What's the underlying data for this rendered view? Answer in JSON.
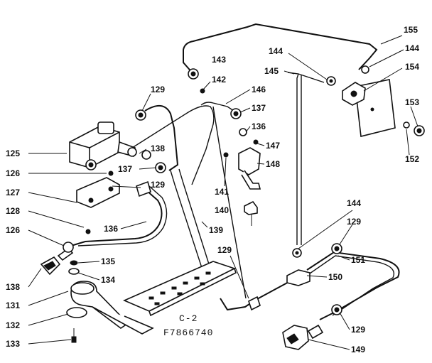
{
  "diagram": {
    "caption_code": "C-2",
    "caption_part": "F7866740",
    "callouts": [
      "129",
      "125",
      "126",
      "127",
      "128",
      "126",
      "138",
      "131",
      "132",
      "133",
      "135",
      "134",
      "138",
      "137",
      "136",
      "129",
      "143",
      "142",
      "146",
      "137",
      "136",
      "147",
      "148",
      "141",
      "140",
      "139",
      "129",
      "155",
      "144",
      "144",
      "145",
      "154",
      "153",
      "152",
      "144",
      "129",
      "151",
      "150",
      "129",
      "149"
    ]
  }
}
